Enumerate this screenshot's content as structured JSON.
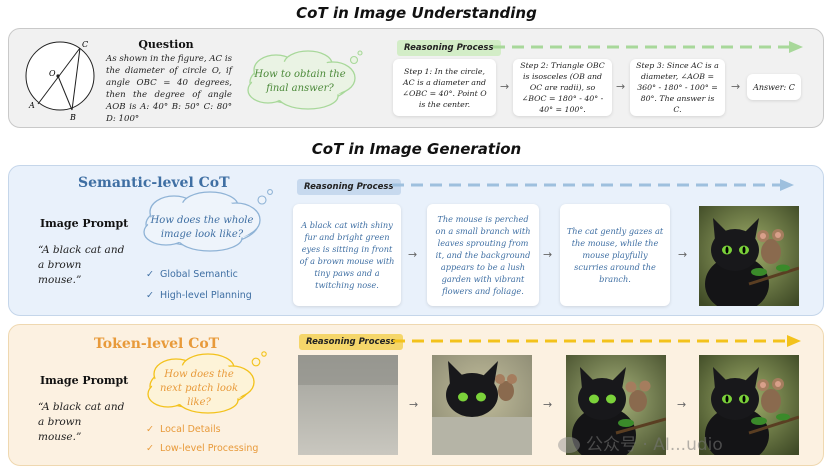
{
  "understanding": {
    "title": "CoT in Image Understanding",
    "question_heading": "Question",
    "question_text": "As shown in the figure, AC is the diameter of circle O, if angle OBC = 40 degrees, then the degree of angle AOB is",
    "options": "A: 40° B: 50° C: 80° D: 100°",
    "figure_labels": {
      "c": "C",
      "o": "O",
      "a": "A",
      "b": "B"
    },
    "cloud": "How to obtain the final answer?",
    "reasoning_tag": "Reasoning Process",
    "steps": [
      "Step 1: In the circle, AC is a diameter and ∠OBC = 40°. Point O is the center.",
      "Step 2: Triangle OBC is isosceles (OB and OC are radii), so ∠BOC = 180° - 40° - 40° = 100°.",
      "Step 3: Since AC is a diameter, ∠AOB = 360° - 180° - 100° = 80°. The answer is C."
    ],
    "answer": "Answer: C"
  },
  "generation": {
    "title": "CoT in Image Generation"
  },
  "semantic": {
    "title": "Semantic-level CoT",
    "prompt_heading": "Image Prompt",
    "prompt_text": "“A black cat and a brown mouse.”",
    "cloud": "How does the whole image look like?",
    "bullets": [
      "Global Semantic",
      "High-level Planning"
    ],
    "reasoning_tag": "Reasoning Process",
    "steps": [
      "A black cat with shiny fur and bright green eyes is sitting in front of a brown mouse with tiny paws and a twitching nose.",
      "The mouse is perched on a small branch with leaves sprouting from it, and the background appears to be a lush garden with vibrant flowers and foliage.",
      "The cat gently gazes at the mouse, while the mouse playfully scurries around the branch."
    ]
  },
  "token": {
    "title": "Token-level CoT",
    "prompt_heading": "Image Prompt",
    "prompt_text": "“A black cat and a brown mouse.”",
    "cloud": "How does the next patch look like?",
    "bullets": [
      "Local Details",
      "Low-level Processing"
    ],
    "reasoning_tag": "Reasoning Process"
  },
  "watermark": "公众号 · AI...udio",
  "arrow_glyph": "→",
  "check_glyph": "✓",
  "colors": {
    "gray_accent": "#a8d89a",
    "blue_accent": "#3f6fa3",
    "blue_dash": "#9ec0de",
    "orange_accent": "#e89a3a",
    "yellow_dash": "#f3c21c",
    "yellow_tag": "#f5d66a"
  }
}
